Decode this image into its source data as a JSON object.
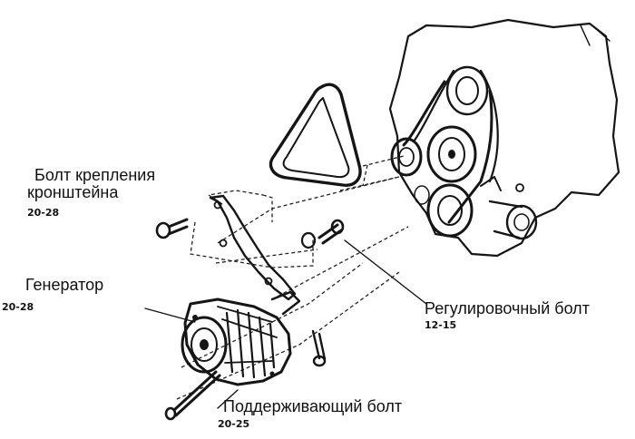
{
  "labels": {
    "bracket_bolt": {
      "line1": "Болт крепления",
      "line2": "кронштейна",
      "torque": "20-28"
    },
    "generator": {
      "name": "Генератор",
      "torque": "20-28"
    },
    "adjusting_bolt": {
      "name": "Регулировочный болт",
      "torque": "12-15"
    },
    "support_bolt": {
      "name": "Поддерживающий болт",
      "torque": "20-25"
    }
  },
  "colors": {
    "ink": "#151515",
    "paper": "#ffffff"
  }
}
